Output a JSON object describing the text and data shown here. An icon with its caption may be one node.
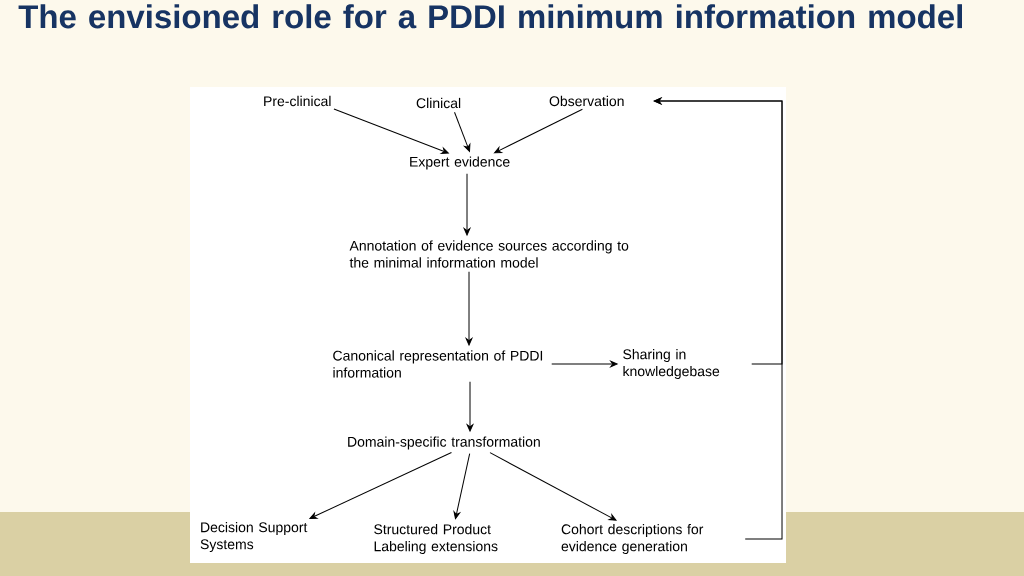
{
  "diagram": {
    "title": "The envisioned role for a PDDI minimum information model",
    "nodes": [
      {
        "text": [
          "Pre-clinical"
        ]
      },
      {
        "text": [
          "Clinical"
        ]
      },
      {
        "text": [
          "Observation"
        ]
      },
      {
        "text": [
          "Expert evidence"
        ]
      },
      {
        "text": [
          "Annotation of evidence sources according to the minimal information model"
        ]
      },
      {
        "text": [
          "Canonical representation of PDDI information"
        ]
      },
      {
        "text": [
          "Sharing in knowledgebase"
        ]
      },
      {
        "text": [
          "Domain-specific transformation"
        ]
      },
      {
        "text": [
          "Decision Support Systems"
        ]
      },
      {
        "text": [
          "Structured Product Labeling extensions"
        ]
      },
      {
        "text": [
          "Cohort descriptions for evidence generation"
        ]
      }
    ],
    "edges": [
      {
        "from": 0,
        "to": 3,
        "arrow": "to"
      },
      {
        "from": 1,
        "to": 3,
        "arrow": "to"
      },
      {
        "from": 2,
        "to": 3,
        "arrow": "to"
      },
      {
        "from": 3,
        "to": 4,
        "arrow": "to"
      },
      {
        "from": 4,
        "to": 5,
        "arrow": "to"
      },
      {
        "from": 5,
        "to": 6,
        "arrow": "to"
      },
      {
        "from": 5,
        "to": 7,
        "arrow": "to"
      },
      {
        "from": 7,
        "to": 8,
        "arrow": "to"
      },
      {
        "from": 7,
        "to": 9,
        "arrow": "to"
      },
      {
        "from": 7,
        "to": 10,
        "arrow": "to"
      },
      {
        "from": 6,
        "to": 2,
        "arrow": "to"
      },
      {
        "from": 10,
        "to": 2,
        "arrow": "to"
      }
    ]
  }
}
